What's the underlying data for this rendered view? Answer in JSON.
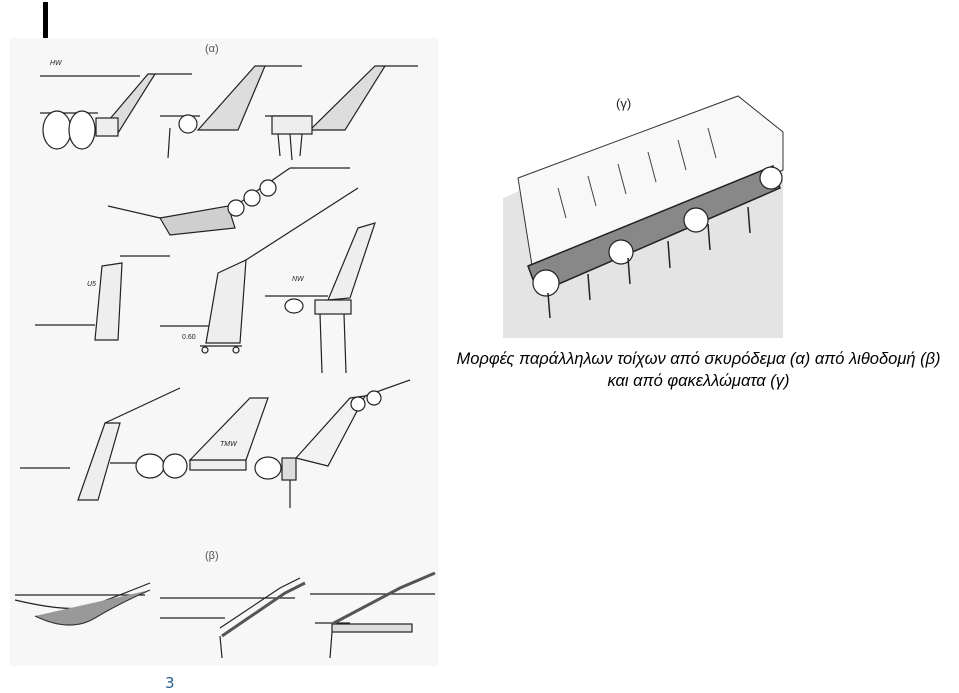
{
  "slide": {
    "label_a": "(α)",
    "label_b": "(β)",
    "label_g": "(γ)",
    "caption_line1": "Μορφές παράλληλων τοίχων από σκυρόδεμα (α) από λιθοδομή (β)",
    "caption_line2": "και από φακελλώματα (γ)",
    "page_number": "3",
    "sketch_text": {
      "hw": "HW",
      "nw": "NW",
      "us": "U5",
      "tmw": "TMW",
      "level": "0.60"
    }
  },
  "colors": {
    "ink": "#222222",
    "page_number": "#2a5d8f",
    "photo_gray": "#e4e4e4"
  }
}
